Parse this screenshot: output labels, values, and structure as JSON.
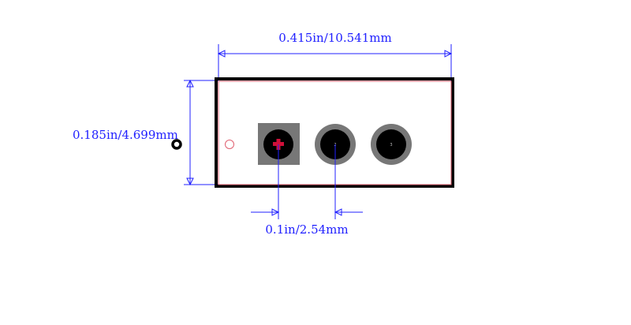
{
  "dimensions": {
    "width": "0.415in/10.541mm",
    "height": "0.185in/4.699mm",
    "pitch": "0.1in/2.54mm"
  },
  "pads": [
    {
      "label": "",
      "shape": "square",
      "marker": "plus"
    },
    {
      "label": "2",
      "shape": "round"
    },
    {
      "label": "3",
      "shape": "round"
    }
  ],
  "colors": {
    "dimension": "#2020ff",
    "outline": "#000000",
    "courtyard": "#e06070",
    "pad": "#777777",
    "drill": "#000000",
    "pin1_marker": "#d0103a"
  }
}
